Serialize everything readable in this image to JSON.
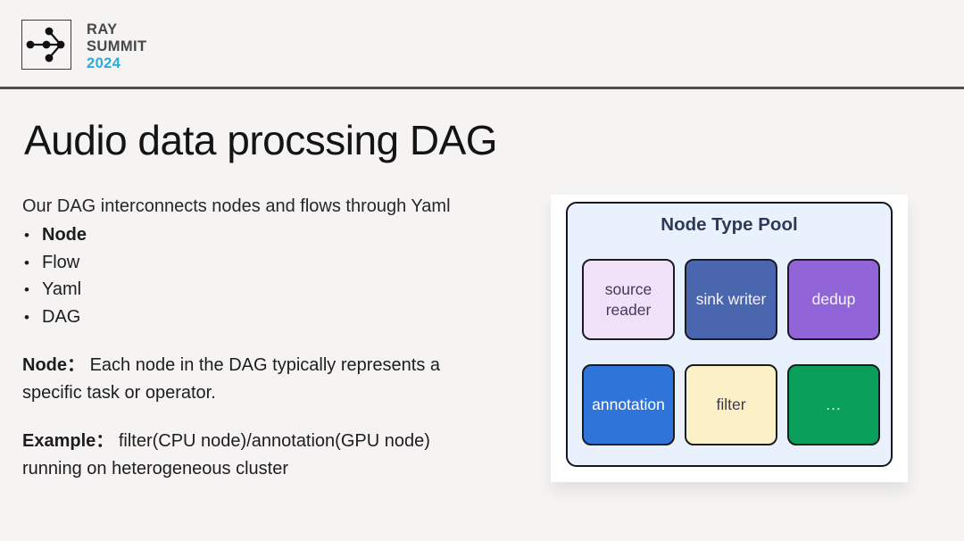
{
  "header": {
    "logo_icon": "dag-network-icon",
    "wordmark_line1": "RAY",
    "wordmark_line2": "SUMMIT",
    "wordmark_year": "2024"
  },
  "slide": {
    "title": "Audio data procssing DAG",
    "intro": "Our DAG interconnects nodes and flows through Yaml",
    "bullets": [
      {
        "label": "Node",
        "bold": true
      },
      {
        "label": "Flow",
        "bold": false
      },
      {
        "label": "Yaml",
        "bold": false
      },
      {
        "label": "DAG",
        "bold": false
      }
    ],
    "paragraphs": [
      {
        "label": "Node：",
        "text": "Each node in the DAG typically represents a specific task or operator."
      },
      {
        "label": "Example：",
        "text": "filter(CPU node)/annotation(GPU node) running on heterogeneous cluster"
      }
    ]
  },
  "diagram": {
    "title": "Node Type Pool",
    "nodes": [
      {
        "label": "source reader",
        "bg": "#f0e1f8",
        "fg": "#42395a"
      },
      {
        "label": "sink writer",
        "bg": "#4a66ae",
        "fg": "#f3f3fb"
      },
      {
        "label": "dedup",
        "bg": "#9164d8",
        "fg": "#f3f3fb"
      },
      {
        "label": "annotation",
        "bg": "#2f74d8",
        "fg": "#ffffff"
      },
      {
        "label": "filter",
        "bg": "#fbf0c6",
        "fg": "#3e3a52"
      },
      {
        "label": "...",
        "bg": "#0aa05c",
        "fg": "#e9f6ef"
      }
    ]
  },
  "palette": {
    "page_background": "#f5f4f2",
    "divider": "#4f4f51",
    "year_accent": "#29abe2",
    "panel_background": "#ffffff",
    "pool_background": "#e9f1fc",
    "pool_border": "#16161f",
    "pool_title_color": "#2b3a57"
  }
}
